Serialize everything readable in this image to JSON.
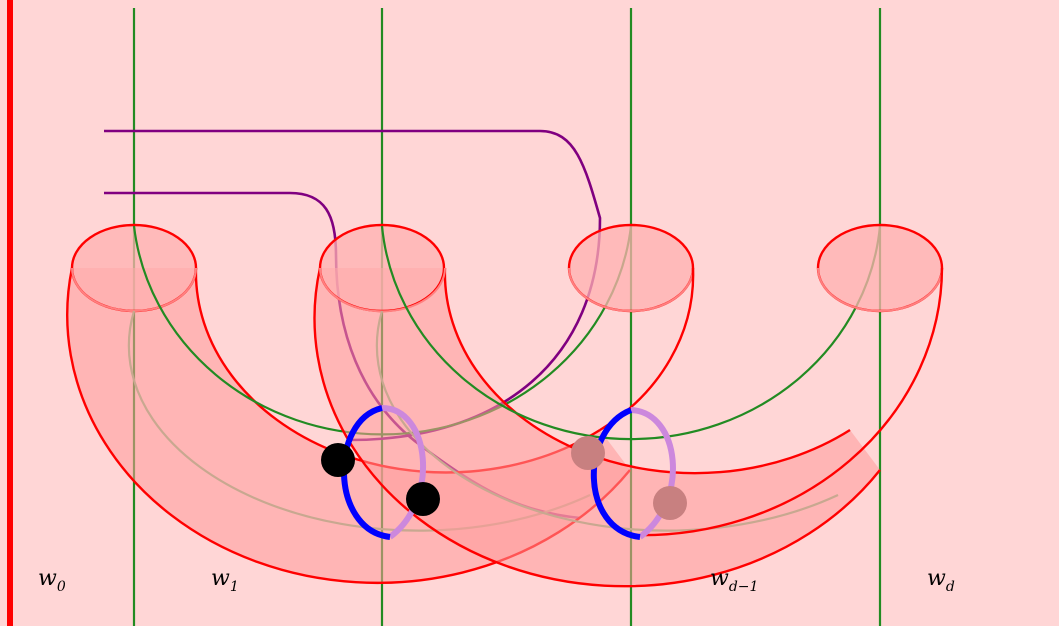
{
  "labels": {
    "w0": {
      "base": "w",
      "sub": "0"
    },
    "w1": {
      "base": "w",
      "sub": "1"
    },
    "wd_minus_1": {
      "base": "w",
      "sub": "d−1"
    },
    "wd": {
      "base": "w",
      "sub": "d"
    }
  },
  "colors": {
    "background": "#ffd6d6",
    "boundary": "#ff0000",
    "tube_fill": "#ff9a9a",
    "tube_cap_fill": "#ffb0b0",
    "tube_outline": "#ff0000",
    "tube_cap_back": "#ff8080",
    "vertical_lines": "#228b22",
    "arc_front": "#228b22",
    "arc_back": "#c8a890",
    "purple_path": "#800080",
    "loop_front": "#0000ff",
    "loop_back": "#cc88dd",
    "marked_point_front": "#000000",
    "marked_point_back": "#c88080"
  },
  "icons": {
    "marked_point_front": "filled-black-dot",
    "marked_point_back": "filled-faded-dot"
  }
}
